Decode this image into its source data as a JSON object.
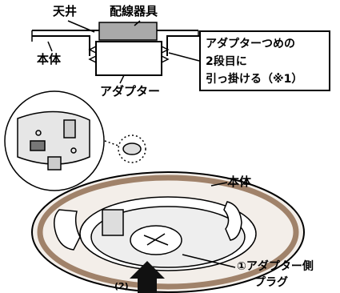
{
  "labels": {
    "ceiling": "天井",
    "fixture": "配線器具",
    "body_top": "本体",
    "adapter": "アダプター",
    "callout_line1": "アダプターつめの",
    "callout_line2": "2段目に",
    "callout_line3": "引っ掛ける（※1）",
    "body_mid": "本体",
    "plug_line1": "①アダプター側",
    "plug_line2": "プラグ",
    "step_number": "(2)"
  },
  "colors": {
    "ink": "#000000",
    "gray_fixture": "#a9a9a9",
    "ring_brown": "#a0826a",
    "light_gray": "#d9d9d9",
    "arrow": "#111111"
  }
}
